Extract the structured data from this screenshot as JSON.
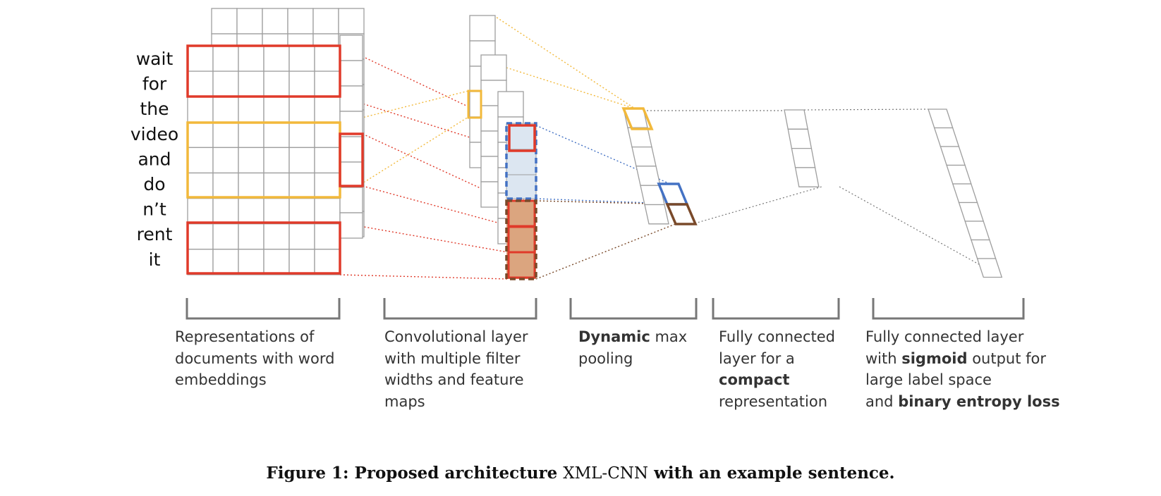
{
  "sentence_words": [
    "wait",
    "for",
    "the",
    "video",
    "and",
    "do",
    "n’t",
    "rent",
    "it"
  ],
  "stages": [
    {
      "id": "embeddings",
      "segments": [
        [
          {
            "t": "Representations of"
          }
        ],
        [
          {
            "t": "documents with word"
          }
        ],
        [
          {
            "t": "embeddings"
          }
        ]
      ]
    },
    {
      "id": "convolution",
      "segments": [
        [
          {
            "t": "Convolutional layer"
          }
        ],
        [
          {
            "t": "with multiple filter"
          }
        ],
        [
          {
            "t": "widths and feature"
          }
        ],
        [
          {
            "t": "maps"
          }
        ]
      ]
    },
    {
      "id": "pooling",
      "segments": [
        [
          {
            "t": "Dynamic",
            "b": true
          },
          {
            "t": " max"
          }
        ],
        [
          {
            "t": "pooling"
          }
        ]
      ]
    },
    {
      "id": "compact-fc",
      "segments": [
        [
          {
            "t": "Fully connected"
          }
        ],
        [
          {
            "t": "layer for a"
          }
        ],
        [
          {
            "t": "compact",
            "b": true
          }
        ],
        [
          {
            "t": "representation"
          }
        ]
      ]
    },
    {
      "id": "output-fc",
      "segments": [
        [
          {
            "t": "Fully connected layer"
          }
        ],
        [
          {
            "t": "with "
          },
          {
            "t": "sigmoid",
            "b": true
          },
          {
            "t": " output for"
          }
        ],
        [
          {
            "t": "large label space"
          }
        ],
        [
          {
            "t": "and "
          },
          {
            "t": "binary entropy loss",
            "b": true
          }
        ]
      ]
    }
  ],
  "caption": {
    "prefix": "Figure 1: Proposed architecture ",
    "name": "XML-CNN",
    "suffix": " with an example sentence."
  },
  "colors": {
    "grid": "#9e9e9e",
    "red": "#e03a2a",
    "yellow": "#f2b93b",
    "blue": "#4472c4",
    "brown": "#7a4a2a",
    "brown_fill": "#dba57f",
    "blue_fill": "#dce6f1",
    "bracket": "#777777"
  }
}
